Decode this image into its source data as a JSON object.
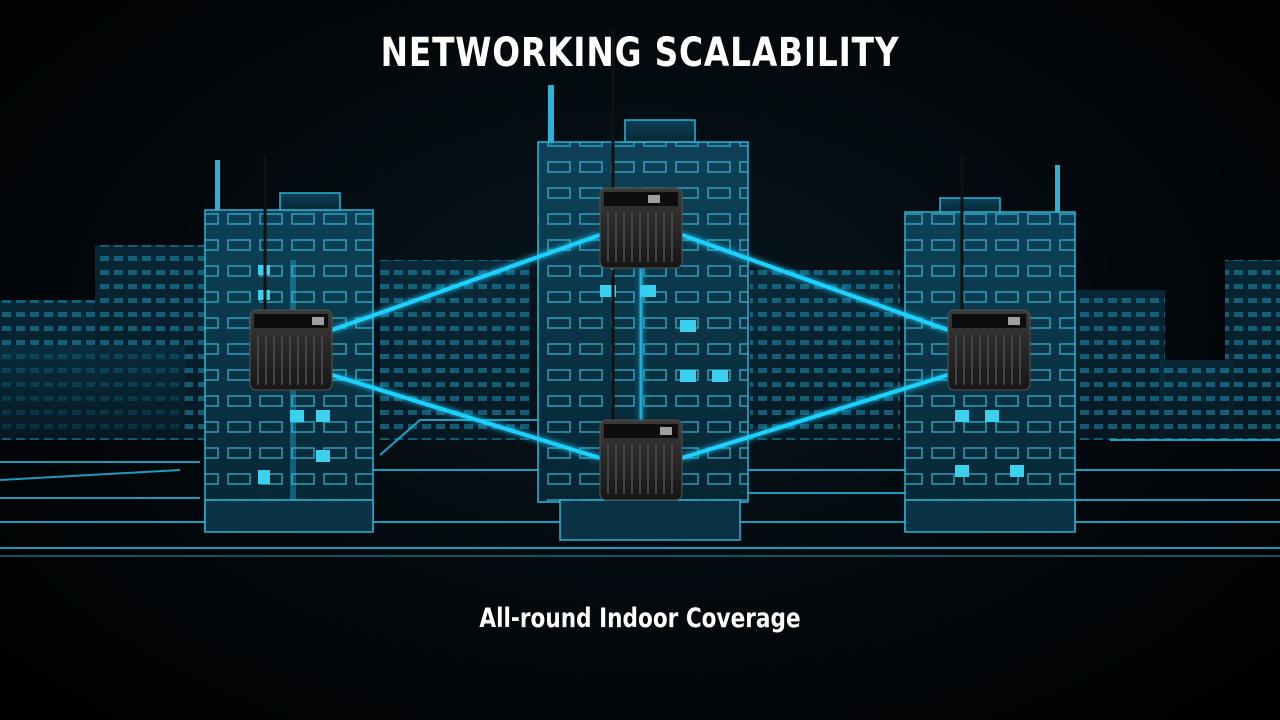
{
  "headline": "NETWORKING SCALABILITY",
  "caption": "All-round Indoor Coverage",
  "colors": {
    "background": "#000000",
    "building": "#0b3a4e",
    "building_edge": "#2bb3d6",
    "window": "#3ad0ee",
    "link": "#1fd1ff",
    "device": "#2a2a2a"
  },
  "illustration": {
    "subject": "wireless-repeater-devices-on-buildings",
    "device_count": 4,
    "building_count": 3,
    "link_count": 4
  }
}
